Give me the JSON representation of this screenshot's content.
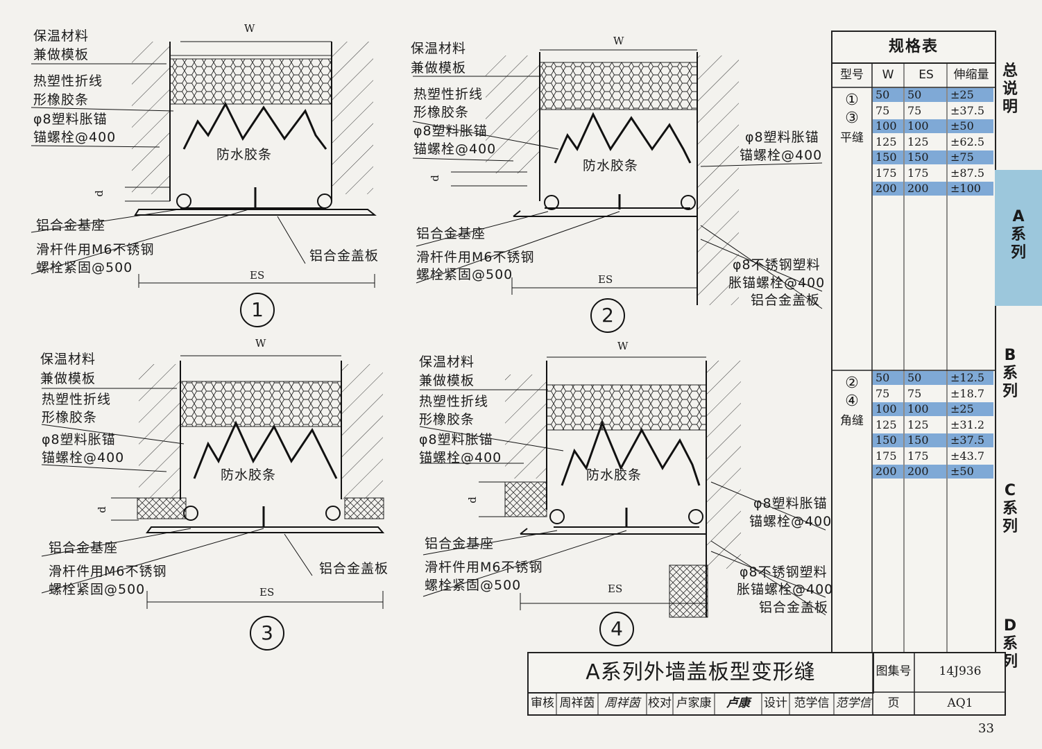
{
  "details": [
    {
      "number": "1",
      "labels": [
        "保温材料",
        "兼做模板",
        "热塑性折线",
        "形橡胶条",
        "φ8塑料胀锚",
        "锚螺栓@400",
        "防水胶条",
        "铝合金基座",
        "滑杆件用M6不锈钢",
        "螺栓紧固@500",
        "铝合金盖板"
      ],
      "dims": {
        "w": "W",
        "es": "ES",
        "d": "d"
      }
    },
    {
      "number": "2",
      "labels": [
        "保温材料",
        "兼做模板",
        "热塑性折线",
        "形橡胶条",
        "φ8塑料胀锚",
        "锚螺栓@400",
        "防水胶条",
        "铝合金基座",
        "滑杆件用M6不锈钢",
        "螺栓紧固@500",
        "φ8塑料胀锚",
        "锚螺栓@400",
        "φ8不锈钢塑料",
        "胀锚螺栓@400",
        "铝合金盖板"
      ],
      "dims": {
        "w": "W",
        "es": "ES",
        "d": "d"
      }
    },
    {
      "number": "3",
      "labels": [
        "保温材料",
        "兼做模板",
        "热塑性折线",
        "形橡胶条",
        "φ8塑料胀锚",
        "锚螺栓@400",
        "防水胶条",
        "铝合金基座",
        "滑杆件用M6不锈钢",
        "螺栓紧固@500",
        "铝合金盖板"
      ],
      "dims": {
        "w": "W",
        "es": "ES",
        "d": "d"
      }
    },
    {
      "number": "4",
      "labels": [
        "保温材料",
        "兼做模板",
        "热塑性折线",
        "形橡胶条",
        "φ8塑料胀锚",
        "锚螺栓@400",
        "防水胶条",
        "铝合金基座",
        "滑杆件用M6不锈钢",
        "螺栓紧固@500",
        "φ8塑料胀锚",
        "锚螺栓@400",
        "φ8不锈钢塑料",
        "胀锚螺栓@400",
        "铝合金盖板"
      ],
      "dims": {
        "w": "W",
        "es": "ES",
        "d": "d"
      }
    }
  ],
  "spec_table": {
    "title": "规格表",
    "headers": [
      "型号",
      "W",
      "ES",
      "伸缩量"
    ],
    "group1": {
      "models": [
        "①",
        "③"
      ],
      "type": "平缝",
      "rows": [
        {
          "w": "50",
          "es": "50",
          "exp": "±25",
          "hl": true
        },
        {
          "w": "75",
          "es": "75",
          "exp": "±37.5",
          "hl": false
        },
        {
          "w": "100",
          "es": "100",
          "exp": "±50",
          "hl": true
        },
        {
          "w": "125",
          "es": "125",
          "exp": "±62.5",
          "hl": false
        },
        {
          "w": "150",
          "es": "150",
          "exp": "±75",
          "hl": true
        },
        {
          "w": "175",
          "es": "175",
          "exp": "±87.5",
          "hl": false
        },
        {
          "w": "200",
          "es": "200",
          "exp": "±100",
          "hl": true
        }
      ]
    },
    "group2": {
      "models": [
        "②",
        "④"
      ],
      "type": "角缝",
      "rows": [
        {
          "w": "50",
          "es": "50",
          "exp": "±12.5",
          "hl": true
        },
        {
          "w": "75",
          "es": "75",
          "exp": "±18.7",
          "hl": false
        },
        {
          "w": "100",
          "es": "100",
          "exp": "±25",
          "hl": true
        },
        {
          "w": "125",
          "es": "125",
          "exp": "±31.2",
          "hl": false
        },
        {
          "w": "150",
          "es": "150",
          "exp": "±37.5",
          "hl": true
        },
        {
          "w": "175",
          "es": "175",
          "exp": "±43.7",
          "hl": false
        },
        {
          "w": "200",
          "es": "200",
          "exp": "±50",
          "hl": true
        }
      ]
    }
  },
  "side_tabs": [
    "总说明",
    "A系列",
    "B系列",
    "C系列",
    "D系列"
  ],
  "active_tab_color": "#9cc7dc",
  "title_block": {
    "title": "A系列外墙盖板型变形缝",
    "atlas_label": "图集号",
    "atlas_no": "14J936",
    "review_label": "审核",
    "reviewer": "周祥茵",
    "reviewer_sign": "周祥茵",
    "check_label": "校对",
    "checker": "卢家康",
    "checker_sign": "卢康",
    "design_label": "设计",
    "designer": "范学信",
    "designer_sign": "范学信",
    "page_label": "页",
    "page_code": "AQ1"
  },
  "page_number": "33"
}
